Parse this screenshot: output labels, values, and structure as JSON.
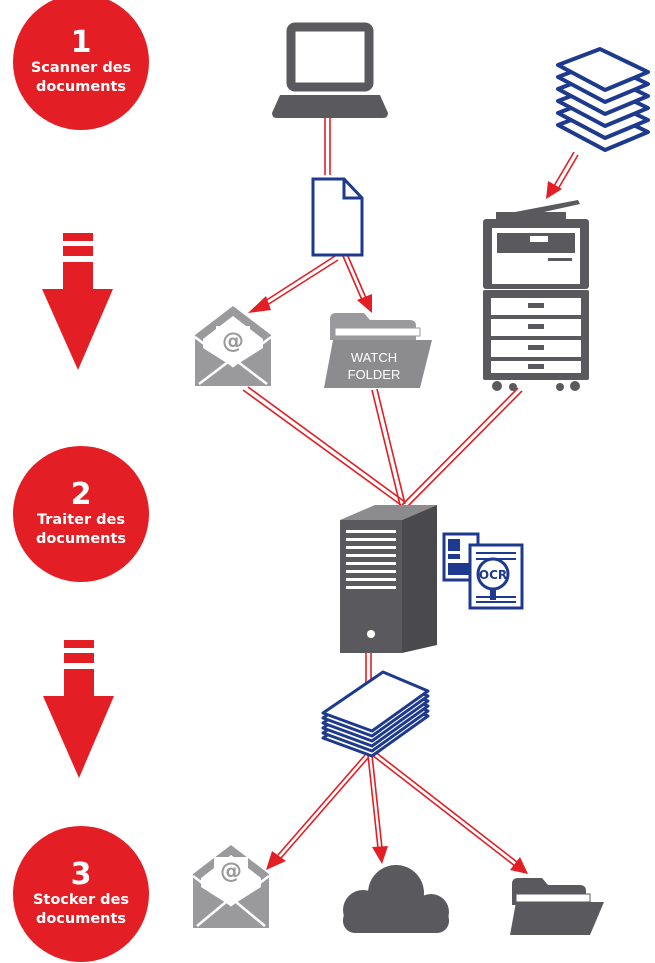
{
  "steps": [
    {
      "number": "1",
      "line1": "Scanner des",
      "line2": "documents"
    },
    {
      "number": "2",
      "line1": "Traiter des",
      "line2": "documents"
    },
    {
      "number": "3",
      "line1": "Stocker des",
      "line2": "documents"
    }
  ],
  "watch_folder": {
    "line1": "WATCH",
    "line2": "FOLDER"
  },
  "email_symbol": "@",
  "ocr_label": "OCR",
  "colors": {
    "red": "#e31e24",
    "blue": "#1d3a8f",
    "gray": "#5a5a5e",
    "light_gray": "#9a9a9c"
  },
  "icons": [
    "laptop-icon",
    "document-icon",
    "paper-stack-icon",
    "printer-icon",
    "email-icon",
    "watch-folder-icon",
    "server-icon",
    "ocr-icon",
    "output-stack-icon",
    "cloud-icon",
    "folder-icon"
  ]
}
